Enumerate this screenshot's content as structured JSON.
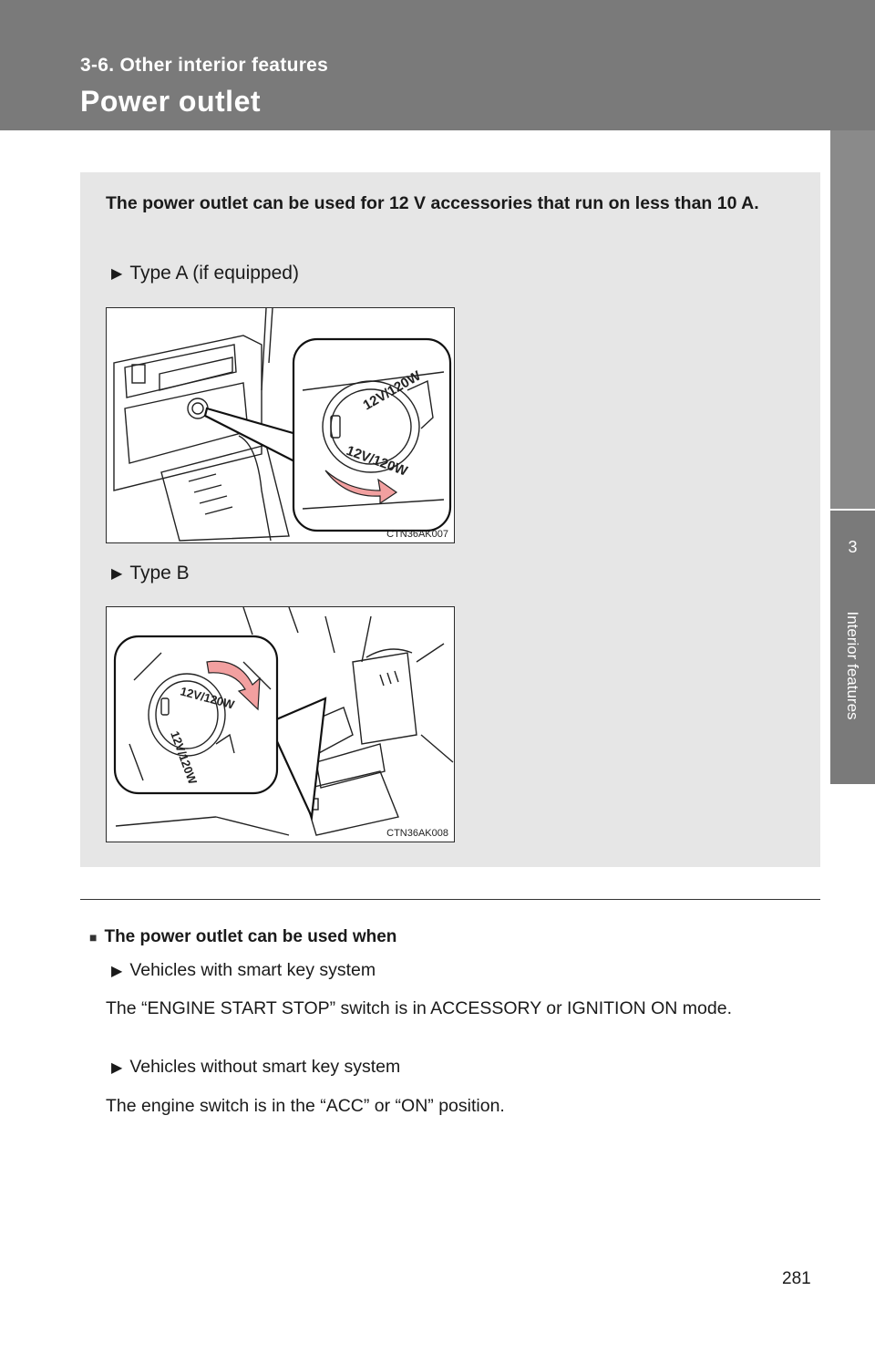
{
  "header": {
    "section": "3-6. Other interior features",
    "title": "Power outlet"
  },
  "side_tab": {
    "chapter_number": "3",
    "chapter_name": "Interior features"
  },
  "info_box": {
    "intro": "The power outlet can be used for 12 V accessories that run on less than 10 A.",
    "type_a_label": "Type A (if equipped)",
    "type_a_figure_code": "CTN36AK007",
    "type_a_cap_text": "12V/120W",
    "type_b_label": "Type B",
    "type_b_figure_code": "CTN36AK008",
    "type_b_cap_text": "12V/120W"
  },
  "usage": {
    "heading": "The power outlet can be used when",
    "smart_key_label": "Vehicles with smart key system",
    "smart_key_text": "The “ENGINE START STOP” switch is in ACCESSORY or IGNITION ON mode.",
    "no_smart_key_label": "Vehicles without smart key system",
    "no_smart_key_text": "The engine switch is in the “ACC” or “ON” position."
  },
  "page_number": "281",
  "icons": {
    "bullet_arrow": "▶",
    "heading_square": "■"
  }
}
